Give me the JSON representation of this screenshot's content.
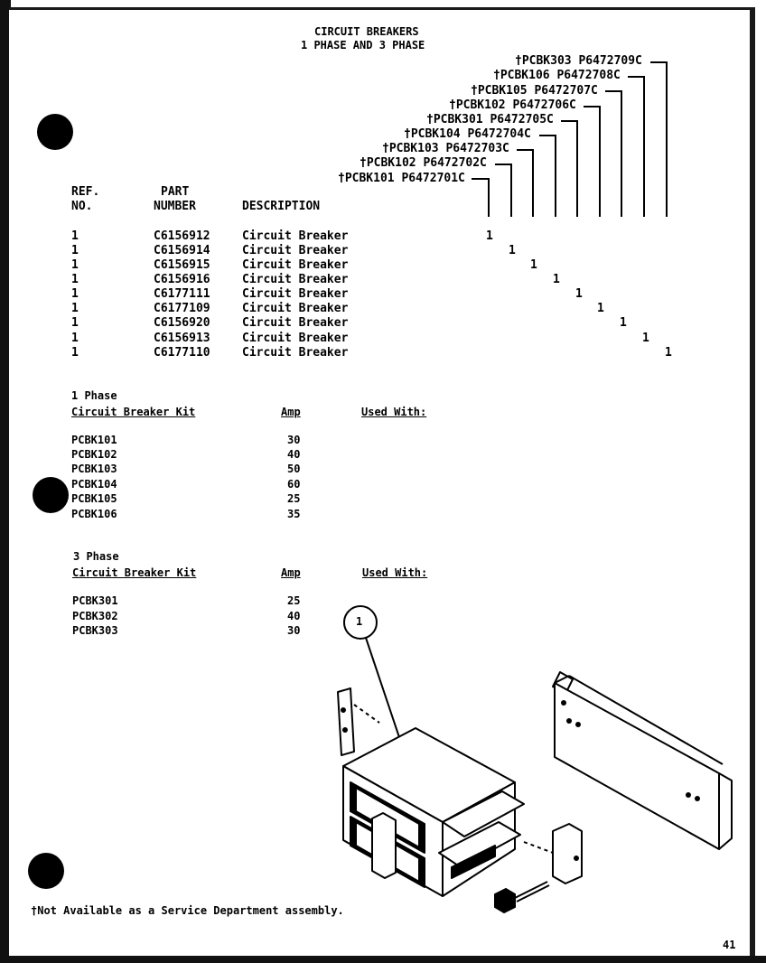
{
  "header": {
    "title": "CIRCUIT BREAKERS",
    "subtitle": "1 PHASE AND 3 PHASE"
  },
  "kit_columns": [
    {
      "label": "†PCBK101 P6472701C"
    },
    {
      "label": "†PCBK102 P6472702C"
    },
    {
      "label": "†PCBK103 P6472703C"
    },
    {
      "label": "†PCBK104 P6472704C"
    },
    {
      "label": "†PCBK301 P6472705C"
    },
    {
      "label": "†PCBK102 P6472706C"
    },
    {
      "label": "†PCBK105 P6472707C"
    },
    {
      "label": "†PCBK106 P6472708C"
    },
    {
      "label": "†PCBK303 P6472709C"
    }
  ],
  "parts_table": {
    "headers": {
      "ref_line1": "REF.",
      "ref_line2": "NO.",
      "part_line1": "PART",
      "part_line2": "NUMBER",
      "desc": "DESCRIPTION"
    },
    "rows": [
      {
        "ref": "1",
        "part": "C6156912",
        "desc": "Circuit Breaker",
        "qty": "1"
      },
      {
        "ref": "1",
        "part": "C6156914",
        "desc": "Circuit Breaker",
        "qty": "1"
      },
      {
        "ref": "1",
        "part": "C6156915",
        "desc": "Circuit Breaker",
        "qty": "1"
      },
      {
        "ref": "1",
        "part": "C6156916",
        "desc": "Circuit Breaker",
        "qty": "1"
      },
      {
        "ref": "1",
        "part": "C6177111",
        "desc": "Circuit Breaker",
        "qty": "1"
      },
      {
        "ref": "1",
        "part": "C6177109",
        "desc": "Circuit Breaker",
        "qty": "1"
      },
      {
        "ref": "1",
        "part": "C6156920",
        "desc": "Circuit Breaker",
        "qty": "1"
      },
      {
        "ref": "1",
        "part": "C6156913",
        "desc": "Circuit Breaker",
        "qty": "1"
      },
      {
        "ref": "1",
        "part": "C6177110",
        "desc": "Circuit Breaker",
        "qty": "1"
      }
    ]
  },
  "phase1": {
    "heading": "1 Phase",
    "col_kit": "Circuit Breaker Kit",
    "col_amp": "Amp",
    "col_used": "Used With:",
    "rows": [
      {
        "kit": "PCBK101",
        "amp": "30"
      },
      {
        "kit": "PCBK102",
        "amp": "40"
      },
      {
        "kit": "PCBK103",
        "amp": "50"
      },
      {
        "kit": "PCBK104",
        "amp": "60"
      },
      {
        "kit": "PCBK105",
        "amp": "25"
      },
      {
        "kit": "PCBK106",
        "amp": "35"
      }
    ]
  },
  "phase3": {
    "heading": "3 Phase",
    "col_kit": "Circuit Breaker Kit",
    "col_amp": "Amp",
    "col_used": "Used With:",
    "rows": [
      {
        "kit": "PCBK301",
        "amp": "25"
      },
      {
        "kit": "PCBK302",
        "amp": "40"
      },
      {
        "kit": "PCBK303",
        "amp": "30"
      }
    ]
  },
  "diagram": {
    "callout": "1"
  },
  "footnote": "†Not Available as a Service Department assembly.",
  "page_number": "41"
}
